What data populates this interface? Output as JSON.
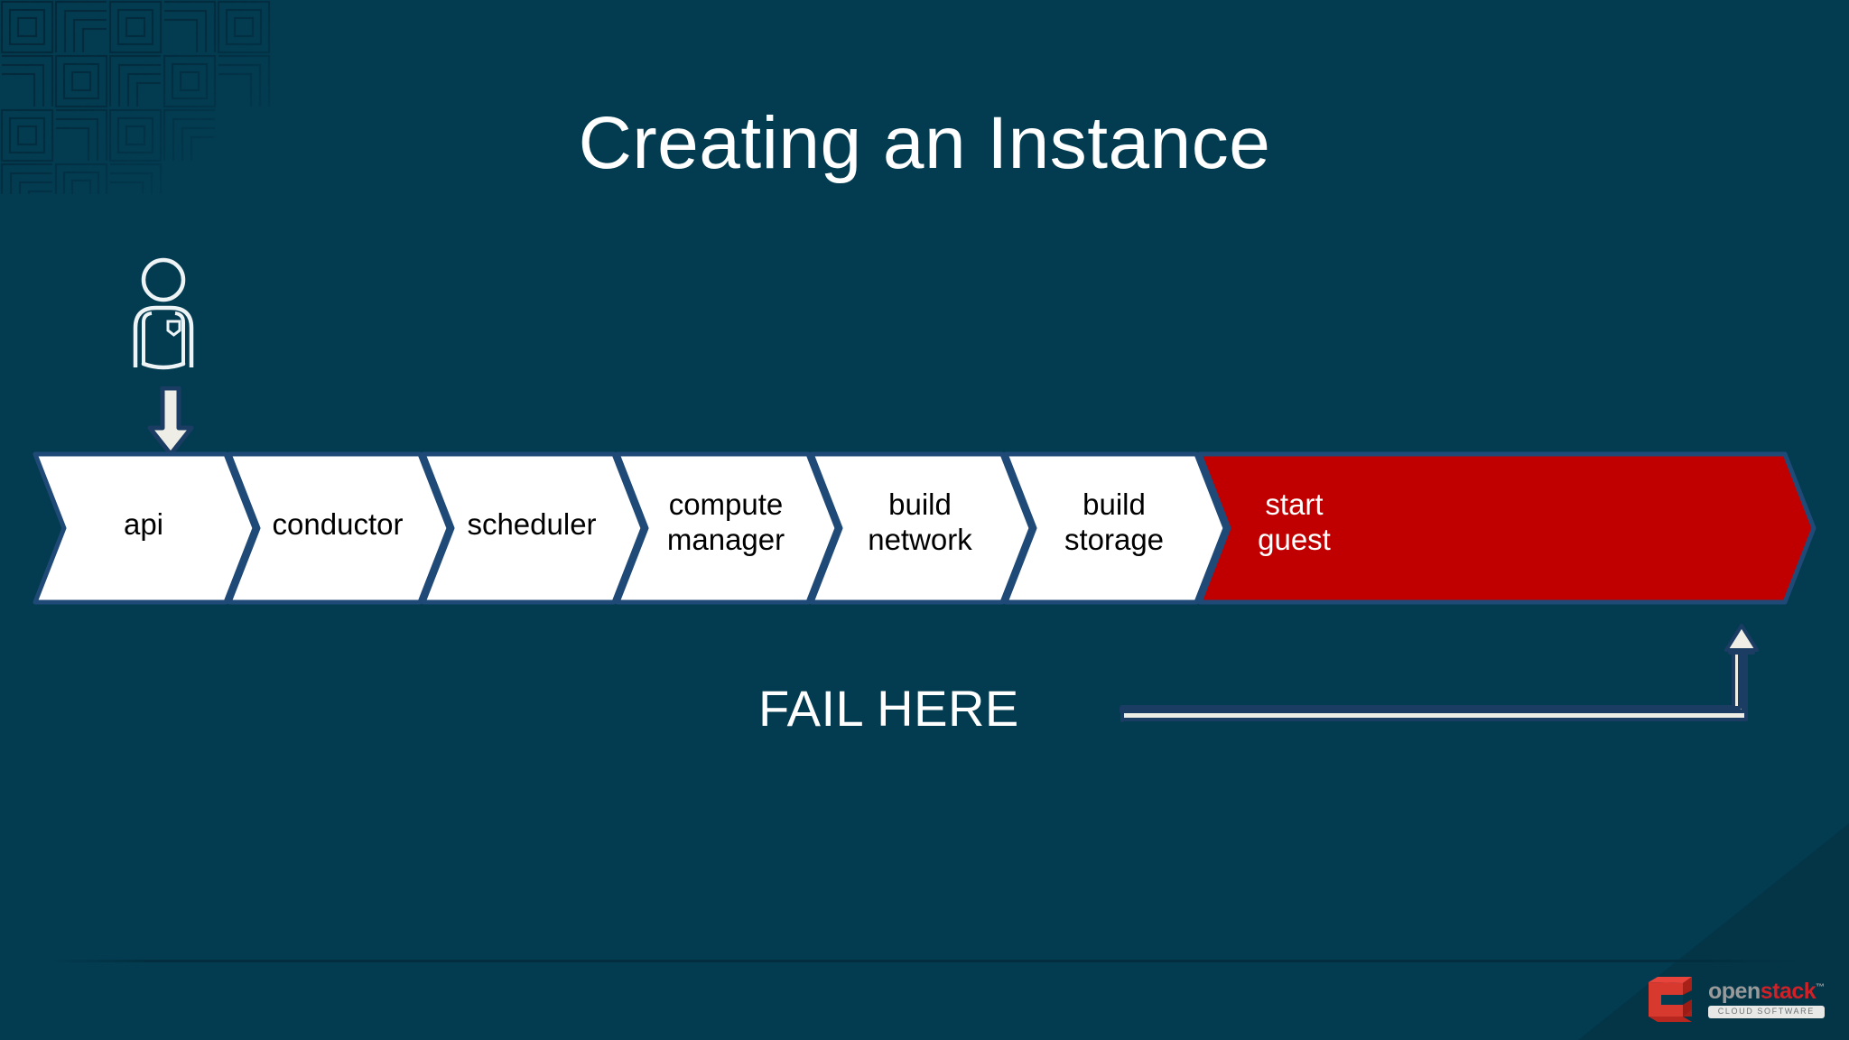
{
  "slide": {
    "title": "Creating an Instance",
    "background_color": "#033c51"
  },
  "colors": {
    "background": "#033c51",
    "chevron_fill": "#ffffff",
    "chevron_border": "#1f4a77",
    "chevron_fail_fill": "#c00000",
    "chevron_fail_text": "#ffffff",
    "chevron_text": "#000000",
    "arrow_fill": "#efeee6",
    "arrow_border": "#1b3c63",
    "title_text": "#ffffff",
    "pattern": "#04283a",
    "logo_red": "#cf2127",
    "logo_gray": "#9a9a9a"
  },
  "actor": {
    "icon": "person-icon",
    "arrow_icon": "arrow-down-icon"
  },
  "process_flow": {
    "name": "instance-creation-pipeline",
    "steps": [
      {
        "id": "api",
        "label": "api",
        "state": "ok"
      },
      {
        "id": "conductor",
        "label": "conductor",
        "state": "ok"
      },
      {
        "id": "scheduler",
        "label": "scheduler",
        "state": "ok"
      },
      {
        "id": "compute-manager",
        "label": "compute\nmanager",
        "state": "ok"
      },
      {
        "id": "build-network",
        "label": "build\nnetwork",
        "state": "ok"
      },
      {
        "id": "build-storage",
        "label": "build\nstorage",
        "state": "ok"
      },
      {
        "id": "start-guest",
        "label": "start\nguest",
        "state": "fail"
      }
    ]
  },
  "annotation": {
    "fail_label": "FAIL HERE",
    "arrow_icon": "elbow-arrow-up-icon",
    "points_to": "start-guest"
  },
  "footer": {
    "logo": {
      "mark": "openstack-cube-icon",
      "word_first": "open",
      "word_second": "stack",
      "trademark": "™",
      "tagline": "CLOUD SOFTWARE"
    }
  }
}
